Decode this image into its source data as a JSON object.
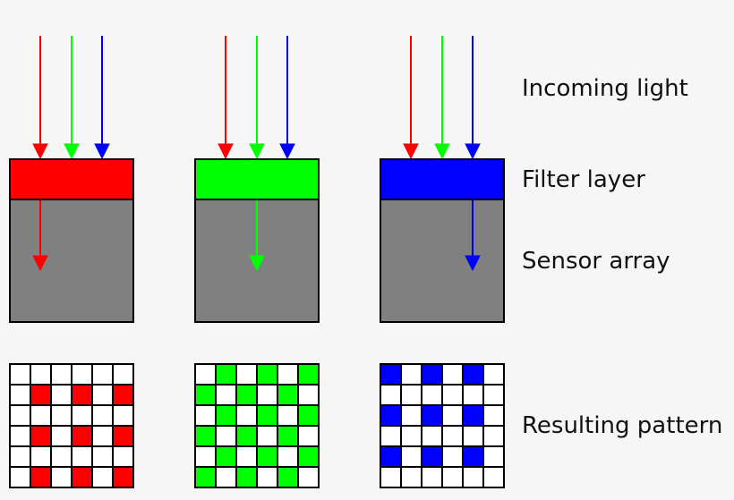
{
  "labels": {
    "incoming_light": "Incoming light",
    "filter_layer": "Filter layer",
    "sensor_array": "Sensor array",
    "resulting_pattern": "Resulting pattern"
  },
  "colors": {
    "red": "#ff0000",
    "green": "#00ff00",
    "blue": "#0000ff",
    "sensor": "#808080",
    "cell_off": "#ffffff",
    "outline": "#000000",
    "background": "#f6f6f6"
  },
  "columns": [
    {
      "name": "red",
      "filter_color": "red",
      "passed_light": "red",
      "grid_rows": 6,
      "grid_cols": 6,
      "pattern": [
        [
          0,
          0,
          0,
          0,
          0,
          0
        ],
        [
          0,
          1,
          0,
          1,
          0,
          1
        ],
        [
          0,
          0,
          0,
          0,
          0,
          0
        ],
        [
          0,
          1,
          0,
          1,
          0,
          1
        ],
        [
          0,
          0,
          0,
          0,
          0,
          0
        ],
        [
          0,
          1,
          0,
          1,
          0,
          1
        ]
      ]
    },
    {
      "name": "green",
      "filter_color": "green",
      "passed_light": "green",
      "grid_rows": 6,
      "grid_cols": 6,
      "pattern": [
        [
          0,
          1,
          0,
          1,
          0,
          1
        ],
        [
          1,
          0,
          1,
          0,
          1,
          0
        ],
        [
          0,
          1,
          0,
          1,
          0,
          1
        ],
        [
          1,
          0,
          1,
          0,
          1,
          0
        ],
        [
          0,
          1,
          0,
          1,
          0,
          1
        ],
        [
          1,
          0,
          1,
          0,
          1,
          0
        ]
      ]
    },
    {
      "name": "blue",
      "filter_color": "blue",
      "passed_light": "blue",
      "grid_rows": 6,
      "grid_cols": 6,
      "pattern": [
        [
          1,
          0,
          1,
          0,
          1,
          0
        ],
        [
          0,
          0,
          0,
          0,
          0,
          0
        ],
        [
          1,
          0,
          1,
          0,
          1,
          0
        ],
        [
          0,
          0,
          0,
          0,
          0,
          0
        ],
        [
          1,
          0,
          1,
          0,
          1,
          0
        ],
        [
          0,
          0,
          0,
          0,
          0,
          0
        ]
      ]
    }
  ]
}
